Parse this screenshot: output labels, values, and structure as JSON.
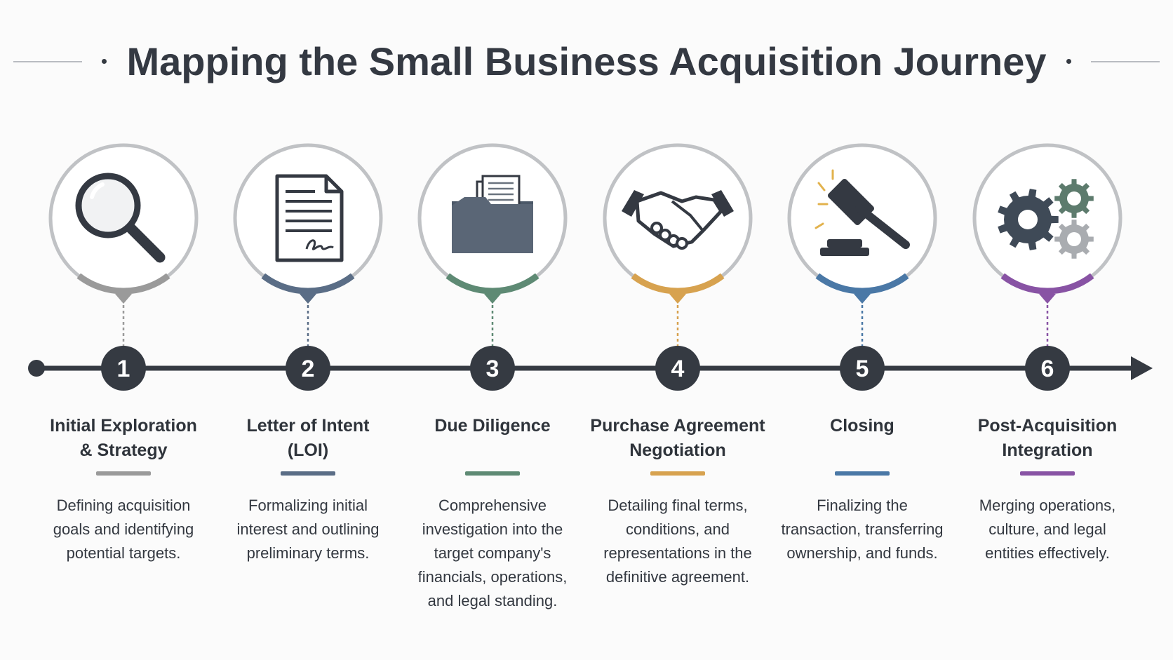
{
  "title": "Mapping the Small Business Acquisition Journey",
  "colors": {
    "text": "#2f343b",
    "timeline": "#353a42",
    "ring": "#c0c2c5"
  },
  "stages": [
    {
      "number": "1",
      "title_line1": "Initial Exploration",
      "title_line2": "& Strategy",
      "description": [
        "Defining acquisition",
        "goals and identifying",
        "potential targets."
      ],
      "icon": "magnifying-glass-icon",
      "accent": "#9a9a9a"
    },
    {
      "number": "2",
      "title_line1": "Letter of Intent",
      "title_line2": "(LOI)",
      "description": [
        "Formalizing initial",
        "interest and outlining",
        "preliminary terms."
      ],
      "icon": "signed-document-icon",
      "accent": "#5a6d86"
    },
    {
      "number": "3",
      "title_line1": "Due Diligence",
      "title_line2": "",
      "description": [
        "Comprehensive",
        "investigation into the",
        "target company's",
        "financials, operations,",
        "and legal standing."
      ],
      "icon": "folder-icon",
      "accent": "#5e8a74"
    },
    {
      "number": "4",
      "title_line1": "Purchase Agreement",
      "title_line2": "Negotiation",
      "description": [
        "Detailing final terms,",
        "conditions, and",
        "representations in the",
        "definitive agreement."
      ],
      "icon": "handshake-icon",
      "accent": "#d7a24f"
    },
    {
      "number": "5",
      "title_line1": "Closing",
      "title_line2": "",
      "description": [
        "Finalizing the",
        "transaction, transferring",
        "ownership, and funds."
      ],
      "icon": "gavel-icon",
      "accent": "#4a78a6"
    },
    {
      "number": "6",
      "title_line1": "Post-Acquisition",
      "title_line2": "Integration",
      "description": [
        "Merging operations,",
        "culture, and legal",
        "entities effectively."
      ],
      "icon": "gears-icon",
      "accent": "#8853a4"
    }
  ]
}
